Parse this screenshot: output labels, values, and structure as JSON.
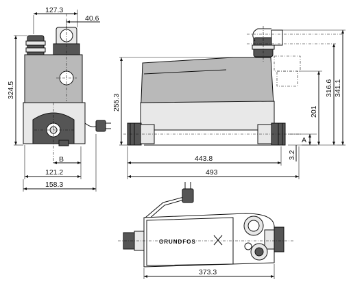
{
  "dimensions": {
    "width_top": "127.3",
    "outlet_offset": "40.6",
    "height_side": "324.5",
    "dist_b": "121.2",
    "width_base": "158.3",
    "label_b": "B",
    "height_body": "255.3",
    "length_inner": "443.8",
    "length_total": "493",
    "height_inlet": "201",
    "height_outlet_low": "316.6",
    "height_outlet_high": "341.1",
    "label_a": "A",
    "base_offset": "3.2",
    "length_top": "373.3"
  },
  "brand": {
    "logo_text": "GRUNDFOS"
  },
  "colors": {
    "body": "#b9b9b9",
    "dark": "#555555",
    "line": "#111111"
  }
}
